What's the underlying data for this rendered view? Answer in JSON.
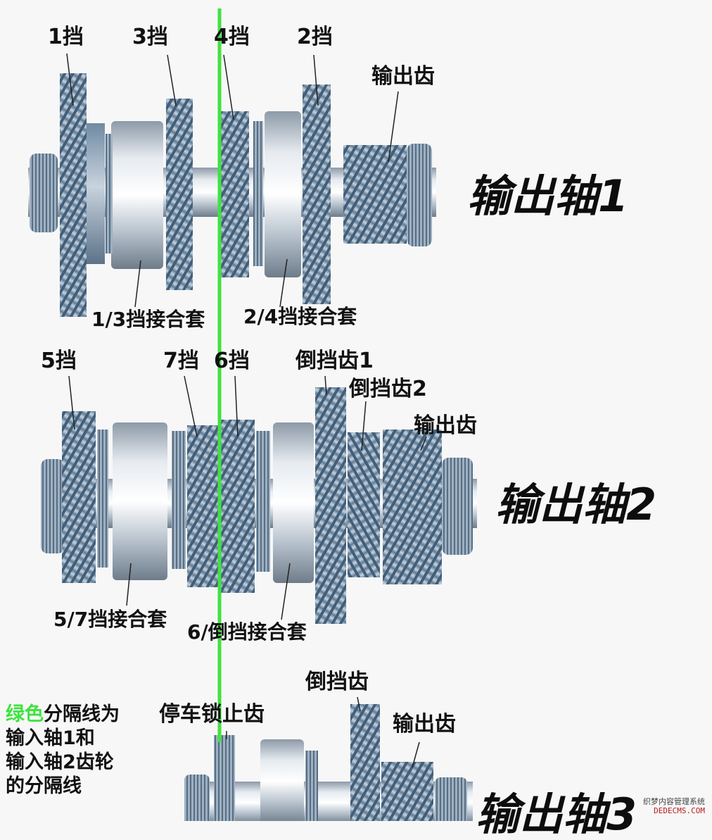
{
  "assembly1": {
    "gear_labels": [
      "1挡",
      "3挡",
      "4挡",
      "2挡"
    ],
    "output_gear": "输出齿",
    "shaft_title": "输出轴1",
    "sleeves": [
      "1/3挡接合套",
      "2/4挡接合套"
    ]
  },
  "assembly2": {
    "gear_labels": [
      "5挡",
      "7挡",
      "6挡"
    ],
    "reverse_gear_1": "倒挡齿1",
    "reverse_gear_2": "倒挡齿2",
    "output_gear": "输出齿",
    "shaft_title": "输出轴2",
    "sleeves": [
      "5/7挡接合套",
      "6/倒挡接合套"
    ]
  },
  "assembly3": {
    "reverse_gear": "倒挡齿",
    "parking_gear": "停车锁止齿",
    "output_gear": "输出齿",
    "shaft_title": "输出轴3"
  },
  "note": {
    "highlight": "绿色",
    "line1_rest": "分隔线为",
    "line2": "输入轴1和",
    "line3": "输入轴2齿轮",
    "line4": "的分隔线"
  },
  "colors": {
    "divider": "#3fe33f",
    "gear_teeth": "#3f5f7c",
    "gear_light": "#c9d3dc",
    "background": "#f7f7f7"
  },
  "watermark": {
    "line1": "织梦内容管理系统",
    "line2": "DEDECMS.COM"
  }
}
